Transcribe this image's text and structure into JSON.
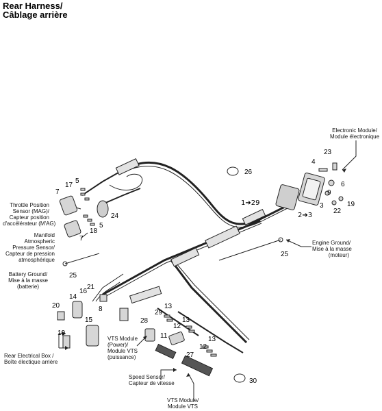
{
  "title": {
    "line1": "Rear Harness/",
    "line2": "Câblage arrière"
  },
  "labels": {
    "electronic_module": [
      "Electronic Module/",
      "Module électronique"
    ],
    "throttle_sensor": [
      "Throttle Position",
      "Sensor (MAG)/",
      "Capteur position",
      "d'accélérateur (M'AG)"
    ],
    "map_sensor": [
      "Manifold",
      "Atmospheric",
      "Pressure Sensor/",
      "Capteur de pression",
      "atmosphérique"
    ],
    "engine_ground": [
      "Engine Ground/",
      "Mise à la masse",
      "(moteur)"
    ],
    "battery_ground": [
      "Battery Ground/",
      "Mise à la masse",
      "(batterie)"
    ],
    "rear_box": [
      "Rear Electrical Box /",
      "Boîte électique arrière"
    ],
    "vts_power": [
      "VTS Module",
      "(Power)/",
      "Module VTS",
      "(puissance)"
    ],
    "speed_sensor": [
      "Speed Sensor/",
      "Capteur de vitesse"
    ],
    "vts_module": [
      "VTS Module/",
      "Module VTS"
    ]
  },
  "callouts": {
    "n26": "26",
    "n23": "23",
    "n4": "4",
    "n6": "6",
    "n9": "9",
    "n3": "3",
    "n19": "19",
    "n22": "22",
    "n1to29": "1➔29",
    "n2to3": "2➔3",
    "n5a": "5",
    "n17": "17",
    "n7a": "7",
    "n24": "24",
    "n5b": "5",
    "n18": "18",
    "n7b": "7",
    "n25a": "25",
    "n25b": "25",
    "n16": "16",
    "n21": "21",
    "n14": "14",
    "n20": "20",
    "n8": "8",
    "n15": "15",
    "n10": "10",
    "n13a": "13",
    "n29": "29",
    "n13b": "13",
    "n28": "28",
    "n12a": "12",
    "n11": "11",
    "n13c": "13",
    "n12b": "12",
    "n27": "27",
    "n30": "30"
  },
  "colors": {
    "line": "#222222",
    "part_fill": "#d6d6d6",
    "part_dark": "#555555"
  }
}
